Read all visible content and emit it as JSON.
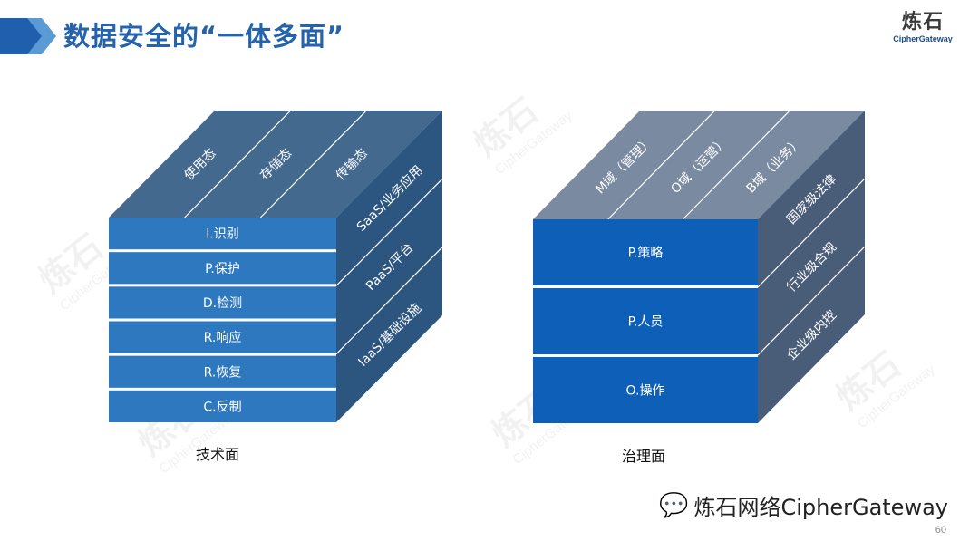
{
  "title": "数据安全的“一体多面”",
  "logo": {
    "mark": "炼石",
    "sub": "CipherGateway"
  },
  "watermark": {
    "mark": "炼石",
    "sub": "CipherGateway"
  },
  "cube_left": {
    "caption": "技术面",
    "top_labels": [
      "使用态",
      "存储态",
      "传输态"
    ],
    "side_labels": [
      "SaaS/业务应用",
      "PaaS/平台",
      "IaaS/基础设施"
    ],
    "front_rows": [
      "I.识别",
      "P.保护",
      "D.检测",
      "R.响应",
      "R.恢复",
      "C.反制"
    ]
  },
  "cube_right": {
    "caption": "治理面",
    "top_labels": [
      "M域（管理）",
      "O域（运营）",
      "B域（业务）"
    ],
    "side_labels": [
      "国家级法律",
      "行业级合规",
      "企业级内控"
    ],
    "front_rows": [
      "P.策略",
      "P.人员",
      "O.操作"
    ]
  },
  "footer": {
    "brand": "炼石网络CipherGateway",
    "wechat_icon": "wechat-icon"
  },
  "page_number": "60",
  "colors": {
    "title": "#2563ad",
    "left_front": "#2e78c0",
    "left_top": "#44698f",
    "left_side": "#2c5580",
    "right_front": "#0e5fb8",
    "right_top": "#7a8aa1",
    "right_side": "#4a5d78"
  }
}
